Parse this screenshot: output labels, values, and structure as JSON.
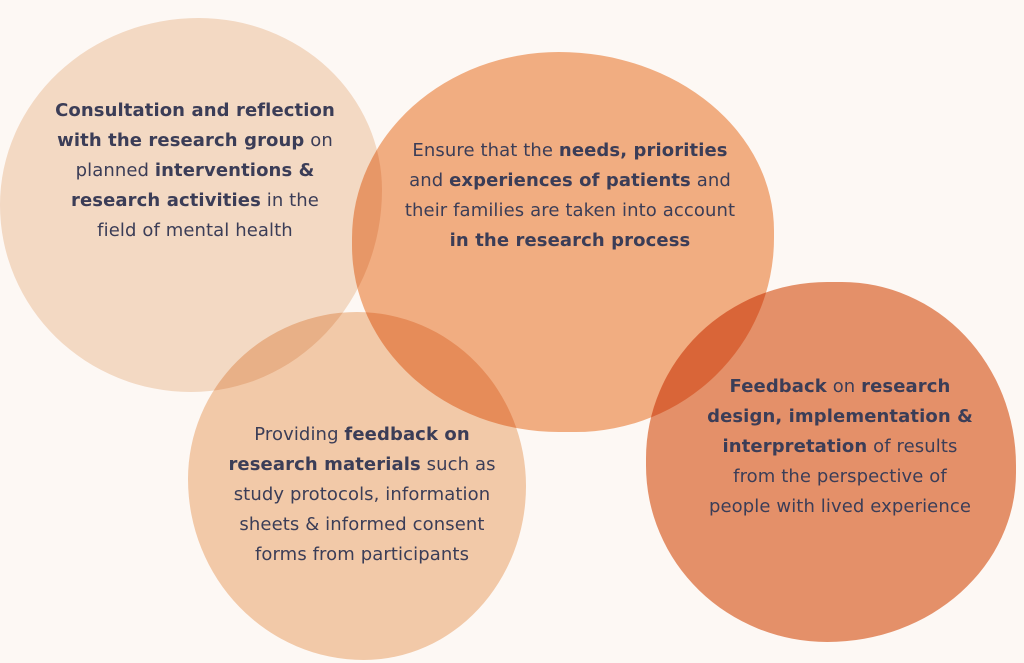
{
  "colors": {
    "background": "#fdf8f4",
    "text": "#3b3d57",
    "circle_1": "#f5dfcc",
    "circle_2": "#f3b287",
    "circle_3": "#f4cfb0",
    "circle_4": "#e6946e"
  },
  "circles": [
    {
      "id": "consultation",
      "segments": [
        {
          "text": "Consultation and reflection with the research group",
          "bold": true
        },
        {
          "text": " on planned ",
          "bold": false
        },
        {
          "text": "interventions & research activities",
          "bold": true
        },
        {
          "text": " in the field of mental health",
          "bold": false
        }
      ]
    },
    {
      "id": "patient-needs",
      "segments": [
        {
          "text": "Ensure that the ",
          "bold": false
        },
        {
          "text": "needs, priorities",
          "bold": true
        },
        {
          "text": " and ",
          "bold": false
        },
        {
          "text": "experiences of patients",
          "bold": true
        },
        {
          "text": " and their families are taken into account ",
          "bold": false
        },
        {
          "text": "in the research process",
          "bold": true
        }
      ]
    },
    {
      "id": "materials-feedback",
      "segments": [
        {
          "text": "Providing ",
          "bold": false
        },
        {
          "text": "feedback on research materials",
          "bold": true
        },
        {
          "text": " such as study protocols, information sheets & informed consent forms from participants",
          "bold": false
        }
      ]
    },
    {
      "id": "design-feedback",
      "segments": [
        {
          "text": "Feedback",
          "bold": true
        },
        {
          "text": " on ",
          "bold": false
        },
        {
          "text": "research design, implementation & interpretation",
          "bold": true
        },
        {
          "text": " of results from the perspective of people with lived experience",
          "bold": false
        }
      ]
    }
  ]
}
